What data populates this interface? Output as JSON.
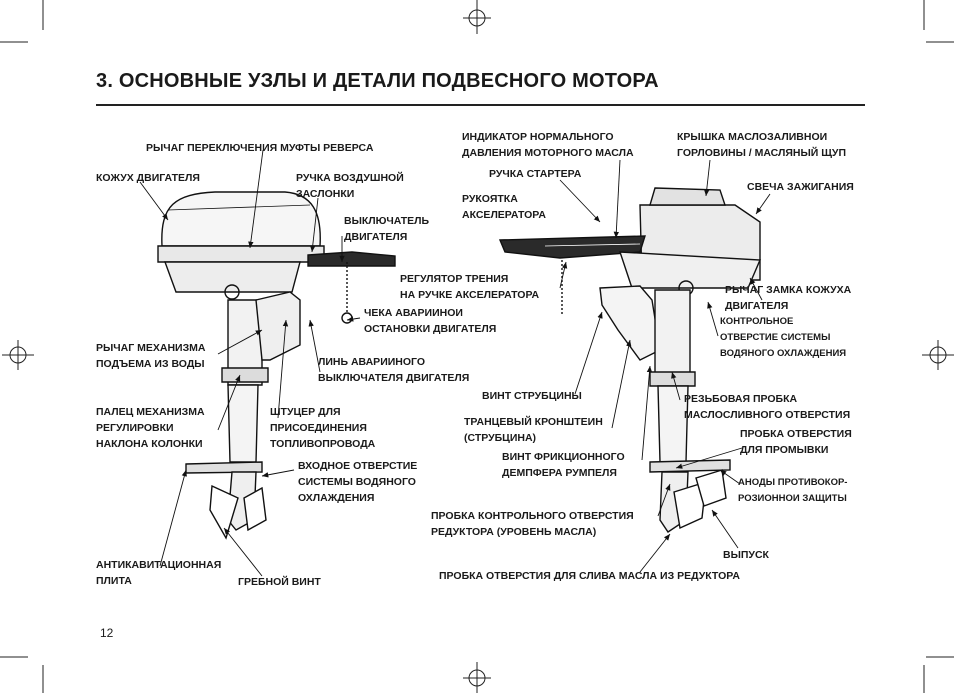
{
  "page": {
    "title": "3. ОСНОВНЫЕ УЗЛЫ И ДЕТАЛИ ПОДВЕСНОГО МОТОРА",
    "page_number": "12"
  },
  "left": {
    "reverse_lever": "РЫЧАГ ПЕРЕКЛЮЧЕНИЯ МУФТЫ РЕВЕРСА",
    "cowl": "КОЖУХ ДВИГАТЕЛЯ",
    "choke_l1": "РУЧКА ВОЗДУШНОЙ",
    "choke_l2": "ЗАСЛОНКИ",
    "stop_switch_l1": "ВЫКЛЮЧАТЕЛЬ",
    "stop_switch_l2": "ДВИГАТЕЛЯ",
    "stop_clip_l1": "ЧЕКА АВАРИИНОИ",
    "stop_clip_l2": "ОСТАНОВКИ ДВИГАТЕЛЯ",
    "tilt_lever_l1": "РЫЧАГ МЕХАНИЗМА",
    "tilt_lever_l2": "ПОДЪЕМА ИЗ ВОДЫ",
    "lanyard_l1": "ЛИНЬ АВАРИИНОГО",
    "lanyard_l2": "ВЫКЛЮЧАТЕЛЯ ДВИГАТЕЛЯ",
    "tilt_pin_l1": "ПАЛЕЦ МЕХАНИЗМА",
    "tilt_pin_l2": "РЕГУЛИРОВКИ",
    "tilt_pin_l3": "НАКЛОНА КОЛОНКИ",
    "fuel_conn_l1": "ШТУЦЕР ДЛЯ",
    "fuel_conn_l2": "ПРИСОЕДИНЕНИЯ",
    "fuel_conn_l3": "ТОПЛИВОПРОВОДА",
    "water_intake_l1": "ВХОДНОЕ ОТВЕРСТИЕ",
    "water_intake_l2": "СИСТЕМЫ ВОДЯНОГО",
    "water_intake_l3": "ОХЛАЖДЕНИЯ",
    "plate_l1": "АНТИКАВИТАЦИОННАЯ",
    "plate_l2": "ПЛИТА",
    "propeller": "ГРЕБНОЙ ВИНТ"
  },
  "right": {
    "oil_indicator_l1": "ИНДИКАТОР НОРМАЛЬНОГО",
    "oil_indicator_l2": "ДАВЛЕНИЯ МОТОРНОГО МАСЛА",
    "oil_cap_l1": "КРЫШКА МАСЛОЗАЛИВНОИ",
    "oil_cap_l2": "ГОРЛОВИНЫ / МАСЛЯНЫЙ ЩУП",
    "starter": "РУЧКА СТАРТЕРА",
    "spark_plug": "СВЕЧА ЗАЖИГАНИЯ",
    "throttle_l1": "РУКОЯТКА",
    "throttle_l2": "АКСЕЛЕРАТОРА",
    "friction_l1": "РЕГУЛЯТОР ТРЕНИЯ",
    "friction_l2": "НА РУЧКЕ АКСЕЛЕРАТОРА",
    "cowl_lock_l1": "РЫЧАГ ЗАМКА КОЖУХА",
    "cowl_lock_l2": "ДВИГАТЕЛЯ",
    "check_hole_l1": "КОНТРОЛЬНОЕ",
    "check_hole_l2": "ОТВЕРСТИЕ СИСТЕМЫ",
    "check_hole_l3": "ВОДЯНОГО ОХЛАЖДЕНИЯ",
    "clamp_screw": "ВИНТ СТРУБЦИНЫ",
    "oil_drain_l1": "РЕЗЬБОВАЯ ПРОБКА",
    "oil_drain_l2": "МАСЛОСЛИВНОГО ОТВЕРСТИЯ",
    "bracket_l1": "ТРАНЦЕВЫЙ КРОНШТЕИН",
    "bracket_l2": "(СТРУБЦИНА)",
    "flush_l1": "ПРОБКА ОТВЕРСТИЯ",
    "flush_l2": "ДЛЯ ПРОМЫВКИ",
    "tiller_l1": "ВИНТ ФРИКЦИОННОГО",
    "tiller_l2": "ДЕМПФЕРА РУМПЕЛЯ",
    "anodes_l1": "АНОДЫ ПРОТИВОКОР-",
    "anodes_l2": "РОЗИОННОИ ЗАЩИТЫ",
    "gear_level_l1": "ПРОБКА КОНТРОЛЬНОГО ОТВЕРСТИЯ",
    "gear_level_l2": "РЕДУКТОРА (УРОВЕНЬ МАСЛА)",
    "exhaust": "ВЫПУСК",
    "gear_drain": "ПРОБКА ОТВЕРСТИЯ ДЛЯ СЛИВА МАСЛА ИЗ РЕДУКТОРА"
  }
}
